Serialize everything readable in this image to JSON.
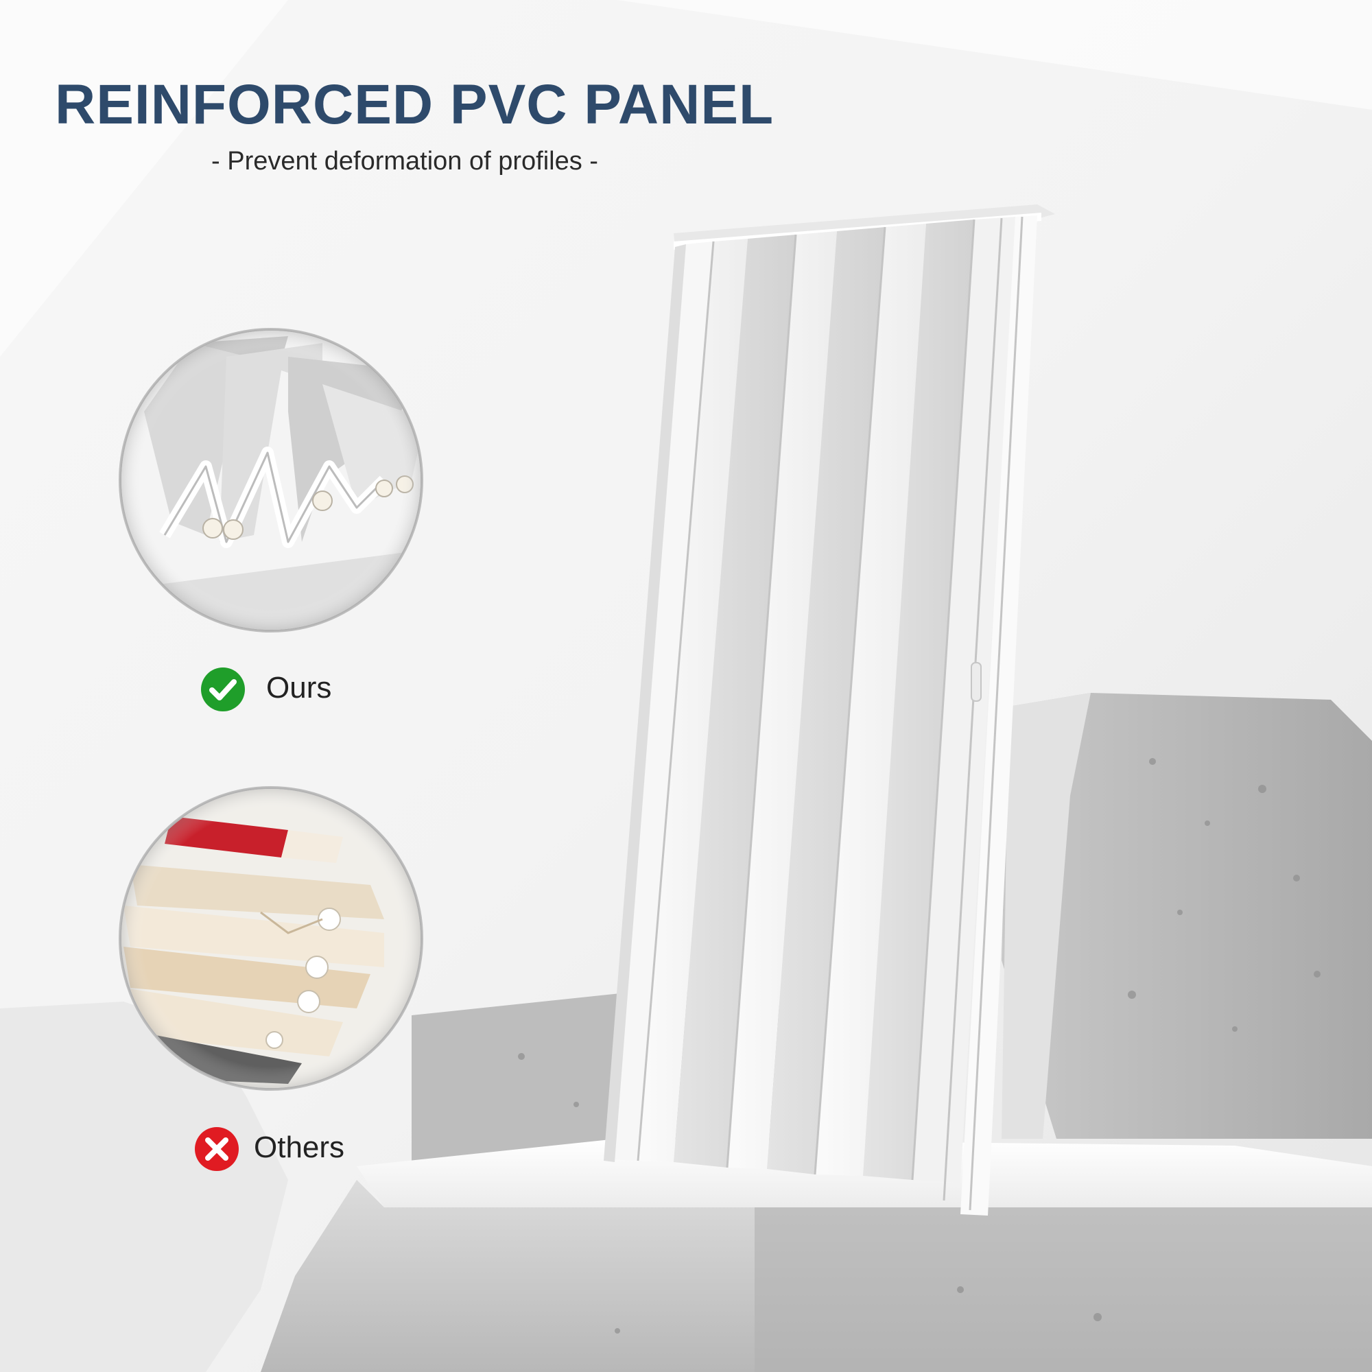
{
  "headline": "REINFORCED PVC PANEL",
  "subheadline": "- Prevent deformation of profiles -",
  "comparison": {
    "ours_label": "Ours",
    "others_label": "Others"
  },
  "icons": {
    "ours": "check-circle-icon",
    "others": "x-circle-icon"
  },
  "colors": {
    "headline": "#2e4a6b",
    "ours_badge": "#1f9e2a",
    "others_badge": "#e01b22",
    "background": "#f2f2f2",
    "door": "#f4f4f4"
  }
}
